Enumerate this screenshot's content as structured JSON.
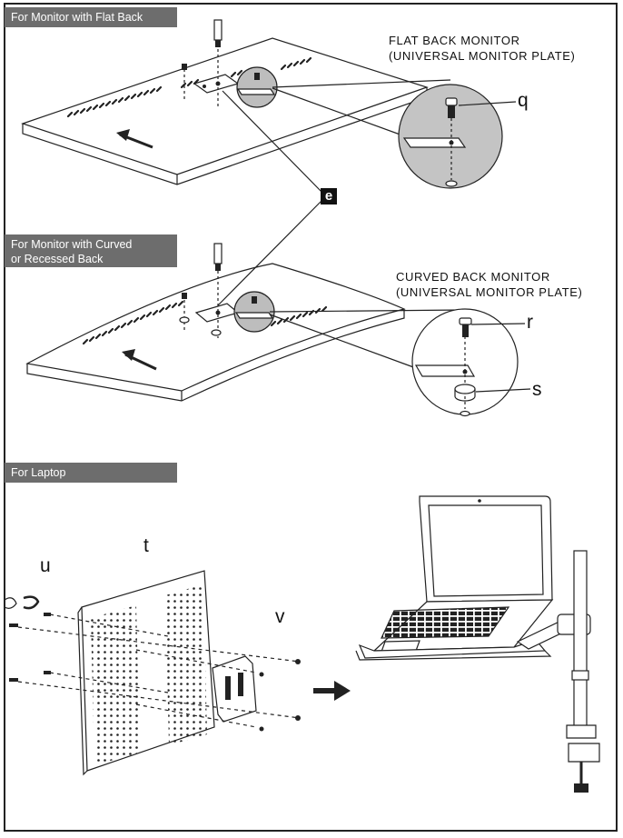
{
  "sections": {
    "flat": {
      "label": "For Monitor with Flat Back",
      "caption_line1": "FLAT BACK MONITOR",
      "caption_line2": "(UNIVERSAL MONITOR PLATE)"
    },
    "curved": {
      "label_line1": "For Monitor with Curved",
      "label_line2": "or Recessed Back",
      "caption_line1": "CURVED BACK MONITOR",
      "caption_line2": "(UNIVERSAL MONITOR PLATE)"
    },
    "laptop": {
      "label": "For Laptop"
    }
  },
  "parts": {
    "e": "e",
    "q": "q",
    "r": "r",
    "s": "s",
    "t": "t",
    "u": "u",
    "v": "v"
  }
}
